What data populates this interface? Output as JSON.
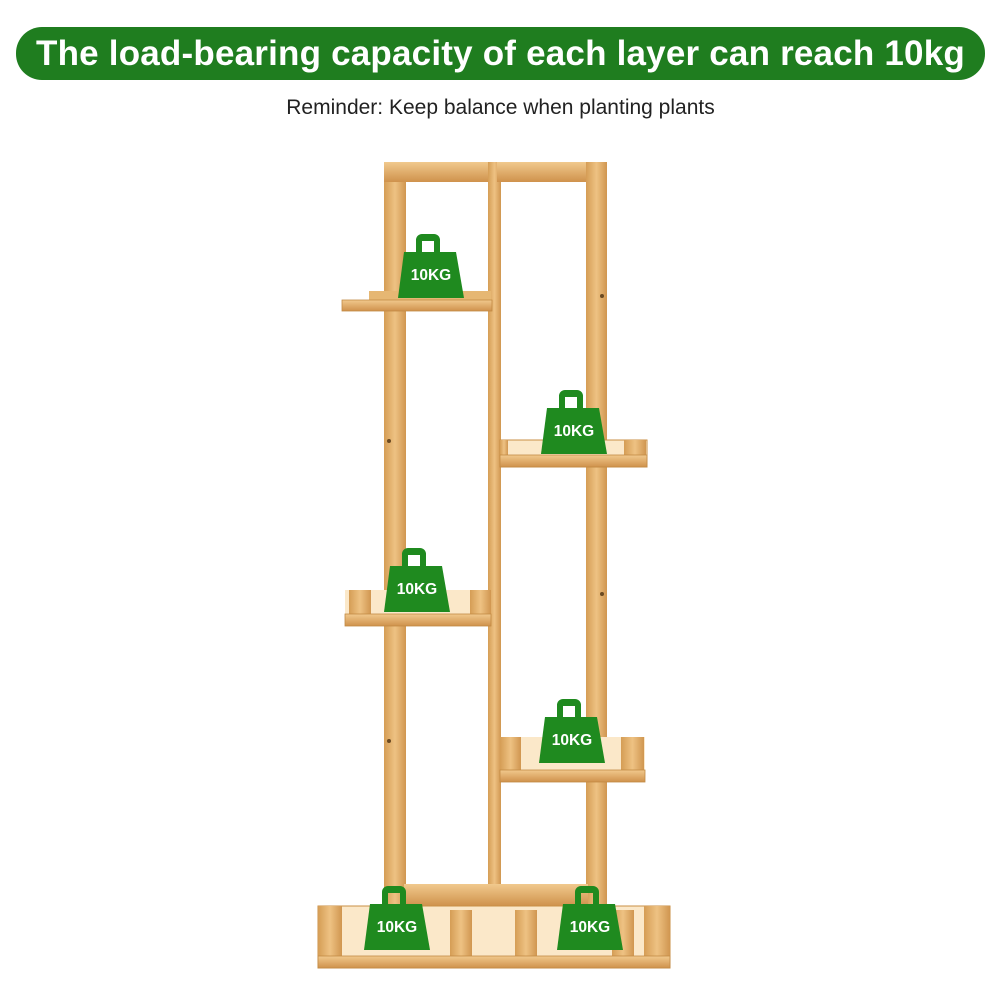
{
  "banner": {
    "title": "The load-bearing capacity of each layer can reach 10kg"
  },
  "reminder": {
    "text": "Reminder: Keep balance when planting plants"
  },
  "weights": [
    {
      "label": "10KG"
    },
    {
      "label": "10KG"
    },
    {
      "label": "10KG"
    },
    {
      "label": "10KG"
    },
    {
      "label": "10KG"
    },
    {
      "label": "10KG"
    }
  ],
  "colors": {
    "accent": "#1f7d1f",
    "wood": "#e2b06a",
    "wood_dark": "#c98f45"
  }
}
